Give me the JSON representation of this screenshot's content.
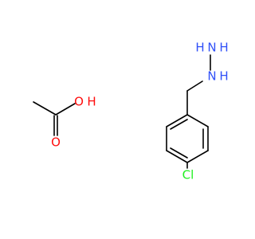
{
  "colors": {
    "background": "#ffffff",
    "carbon_bond": "#000000",
    "oxygen": "#ff0d0d",
    "nitrogen": "#3050f8",
    "chlorine": "#1ff01f"
  },
  "acetic_acid": {
    "oxygen_label": "O",
    "hydroxyl_oxygen_label": "O",
    "hydroxyl_hydrogen_label": "H"
  },
  "chlorobenzyl_hydrazine": {
    "nitrogen_top_label": "N",
    "nitrogen_top_hydrogen_label": "H",
    "nitrogen_top_hydrogen_left_label": "H",
    "nitrogen_bottom_label": "N",
    "nitrogen_bottom_hydrogen_label": "H",
    "chlorine_label": "Cl"
  }
}
